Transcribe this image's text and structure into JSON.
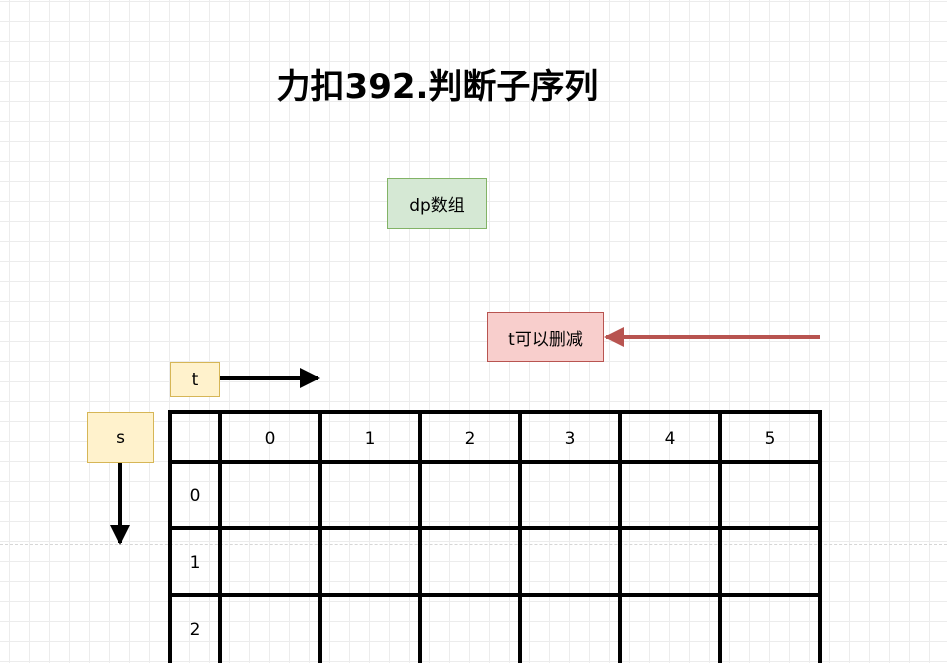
{
  "title": "力扣392.判断子序列",
  "boxes": {
    "dp": "dp数组",
    "t_reducible": "t可以删减",
    "t": "t",
    "s": "s"
  },
  "table": {
    "col_headers": [
      "0",
      "1",
      "2",
      "3",
      "4",
      "5"
    ],
    "row_headers": [
      "0",
      "1",
      "2"
    ]
  },
  "colors": {
    "green_fill": "#d5e8d4",
    "green_border": "#82b366",
    "red_fill": "#f8cecc",
    "red_border": "#b85450",
    "red_arrow": "#b85450",
    "yellow_fill": "#fff2cc",
    "yellow_border": "#d6b656"
  }
}
